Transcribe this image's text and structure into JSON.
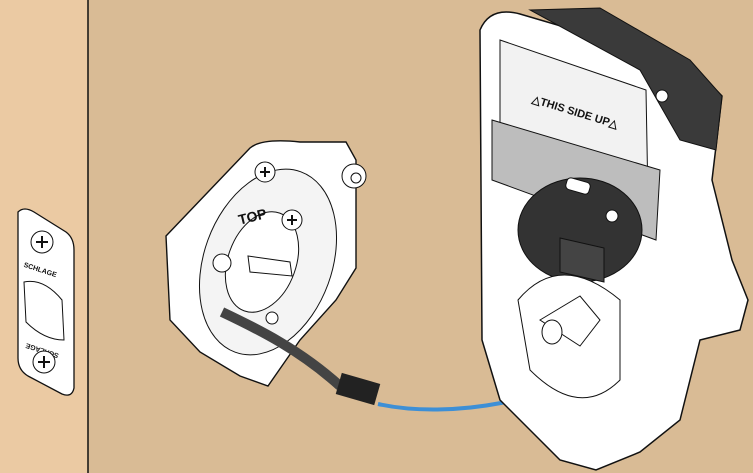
{
  "strike_plate": {
    "brand_top": "SCHLAGE",
    "brand_bottom": "SCHLAGE"
  },
  "mounting_plate": {
    "label": "TOP"
  },
  "lock_body": {
    "label": "△THIS SIDE UP△"
  },
  "colors": {
    "door_edge": "#ebcaa3",
    "door_face": "#d9bb95",
    "cable": "#3d8fd6",
    "wire": "#444444",
    "motor": "#3a3a3a"
  }
}
